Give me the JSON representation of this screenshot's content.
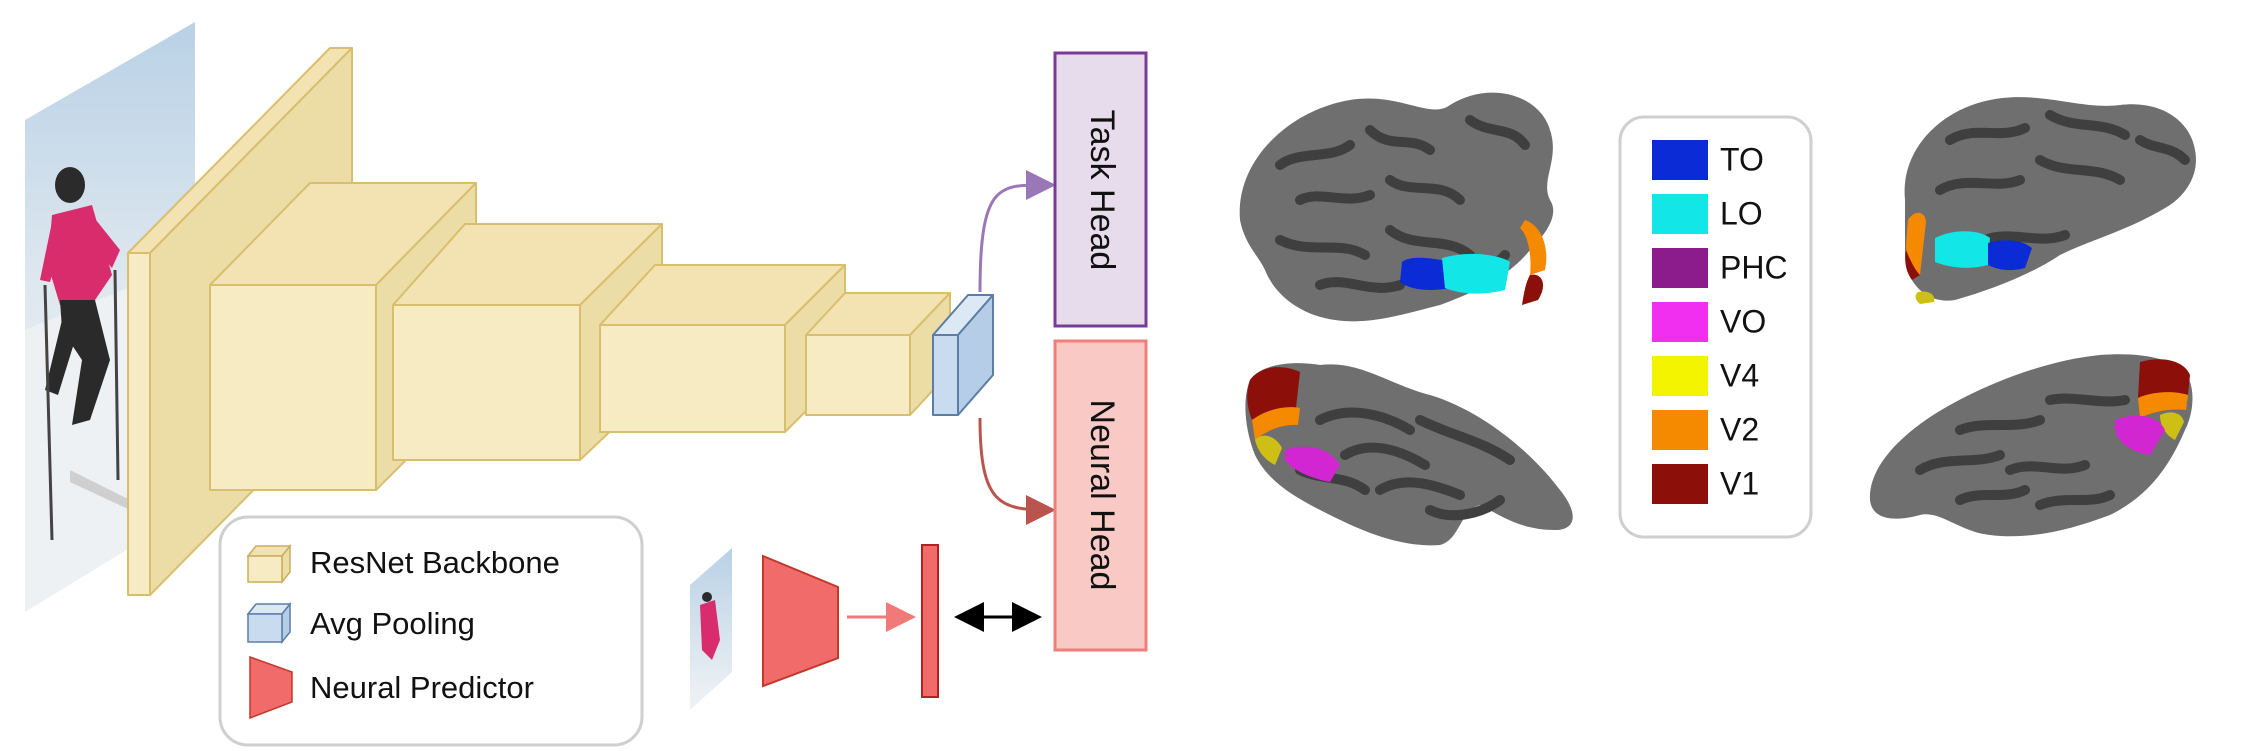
{
  "heads": {
    "task": "Task Head",
    "neural": "Neural Head"
  },
  "legend_left": {
    "items": [
      {
        "label": "ResNet Backbone",
        "icon": "yellow-cube-icon",
        "color": "#f7ebc3"
      },
      {
        "label": "Avg Pooling",
        "icon": "blue-cube-icon",
        "color": "#c9dcef"
      },
      {
        "label": "Neural Predictor",
        "icon": "red-trapezoid-icon",
        "color": "#f26b6b"
      }
    ]
  },
  "legend_right": {
    "items": [
      {
        "label": "TO",
        "color": "#0b2bd6"
      },
      {
        "label": "LO",
        "color": "#12e6e6"
      },
      {
        "label": "PHC",
        "color": "#8c1c8c"
      },
      {
        "label": "VO",
        "color": "#f02ff0"
      },
      {
        "label": "V4",
        "color": "#f4f400"
      },
      {
        "label": "V2",
        "color": "#f58a00"
      },
      {
        "label": "V1",
        "color": "#8c0f0a"
      }
    ]
  },
  "colors": {
    "backbone_fill": "#f7ebc3",
    "backbone_stroke": "#d8bf6e",
    "pool_fill": "#c9dcef",
    "task_head_fill": "#e7dceb",
    "task_head_stroke": "#7a3b97",
    "neural_head_fill": "#f9c9c6",
    "neural_head_stroke": "#ef7f7a",
    "predictor_fill": "#f26b6b",
    "cortex_base": "#6f6f6f",
    "cortex_sulci": "#3f3f3f"
  }
}
